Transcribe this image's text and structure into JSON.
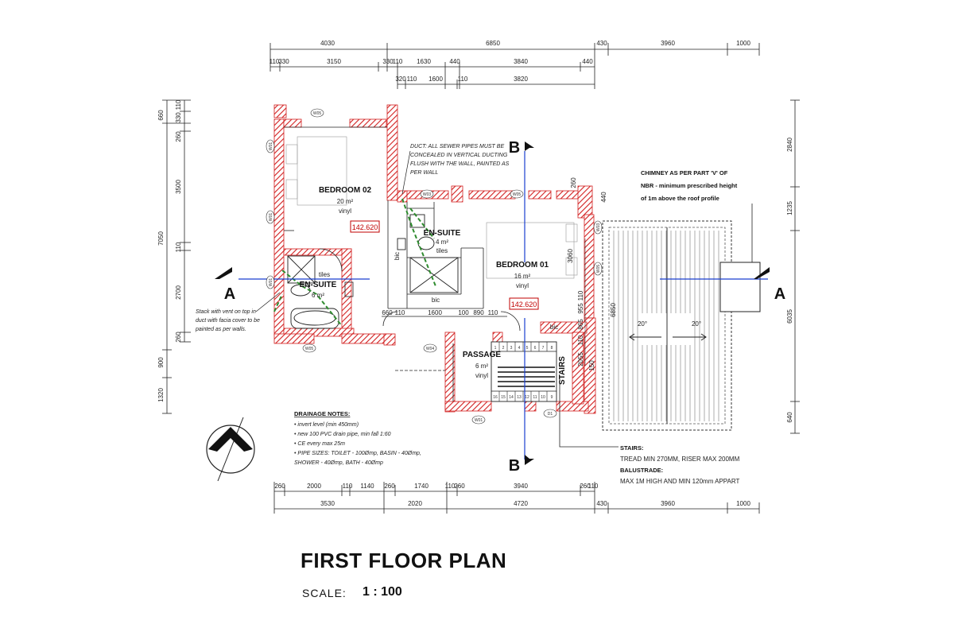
{
  "title": "FIRST FLOOR PLAN",
  "scale": {
    "label": "SCALE:",
    "value": "1 : 100"
  },
  "rooms": {
    "bedroom02": {
      "name": "BEDROOM 02",
      "area": "20 m²",
      "finish": "vinyl"
    },
    "ensuite_main": {
      "name": "EN-SUITE",
      "area": "4 m²",
      "finish": "tiles"
    },
    "bedroom01": {
      "name": "BEDROOM 01",
      "area": "16 m²",
      "finish": "vinyl"
    },
    "ensuite_small": {
      "name": "EN-SUITE",
      "area": "6 m²",
      "finish": "tiles"
    },
    "passage": {
      "name": "PASSAGE",
      "area": "6 m²",
      "finish": "vinyl"
    },
    "stairs": "STAIRS"
  },
  "levels": [
    "142.620",
    "142.620"
  ],
  "bic": [
    "bic",
    "bic",
    "bic"
  ],
  "sections": {
    "a_left": "A",
    "a_right": "A",
    "b_top": "B",
    "b_bottom": "B"
  },
  "stair_numbers_top": [
    "1",
    "2",
    "3",
    "4",
    "5",
    "6",
    "7",
    "8"
  ],
  "stair_numbers_bottom": [
    "16",
    "15",
    "14",
    "13",
    "12",
    "11",
    "10",
    "9"
  ],
  "roof_pitch": [
    "20°",
    "20°"
  ],
  "notes": {
    "duct": [
      "DUCT: ALL SEWER PIPES MUST BE",
      "CONCEALED IN VERTICAL DUCTING",
      "FLUSH WITH THE WALL, PAINTED AS",
      "PER WALL"
    ],
    "chimney": [
      "CHIMNEY AS PER PART 'V' OF",
      "NBR - minimum prescribed height",
      "of 1m above the roof profile"
    ],
    "stack": [
      "Stack with vent on top in",
      "duct with facia cover to be",
      "painted as per walls."
    ],
    "drainage_title": "DRAINAGE NOTES:",
    "drainage": [
      "• invert level (min 450mm)",
      "• new 100 PVC drain pipe, min fall 1:60",
      "• CE every max 25m",
      "• PIPE SIZES: TOILET - 100Ømp, BASIN - 40Ømp,",
      "  SHOWER - 40Ømp, BATH - 40Ømp"
    ],
    "stairs_title": "STAIRS:",
    "stairs_text": "TREAD MIN 270MM, RISER MAX 200MM",
    "balustrade_title": "BALUSTRADE:",
    "balustrade_text": "MAX 1M HIGH AND MIN 120mm APPART"
  },
  "window_tags": [
    "W05",
    "W01",
    "W01",
    "W03",
    "W05",
    "W05",
    "W01",
    "W04",
    "W01",
    "W03",
    "W05",
    "D1"
  ],
  "dims": {
    "top1": [
      "4030",
      "6850",
      "430",
      "3960",
      "1000"
    ],
    "top2": [
      "110",
      "330",
      "3150",
      "330",
      "110",
      "1630",
      "440",
      "3840",
      "440"
    ],
    "top3": [
      "320",
      "110",
      "1600",
      "110",
      "3820"
    ],
    "bottom1": [
      "260",
      "2000",
      "110",
      "1140",
      "260",
      "1740",
      "110",
      "260",
      "3940",
      "260",
      "110"
    ],
    "bottom2": [
      "3530",
      "2020",
      "4720",
      "430",
      "3960",
      "1000"
    ],
    "left1": [
      "660",
      "260",
      "3500",
      "110",
      "2700",
      "260",
      "900",
      "1320"
    ],
    "left2": [
      "110",
      "330",
      "7050"
    ],
    "right": [
      "2840",
      "1235",
      "6035",
      "640"
    ],
    "interior": [
      "660",
      "110",
      "1600",
      "100",
      "890",
      "110",
      "865",
      "955",
      "110",
      "3060",
      "2055",
      "110",
      "440",
      "6850",
      "260",
      "150"
    ]
  }
}
